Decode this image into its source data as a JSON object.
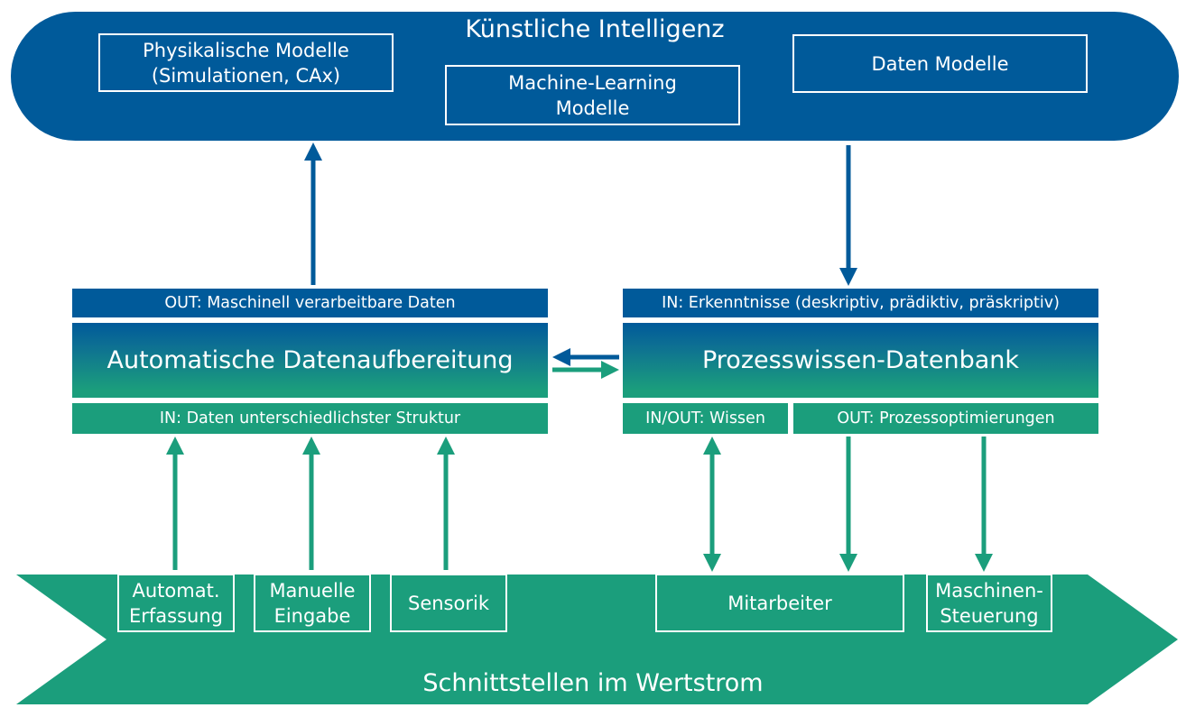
{
  "ki": {
    "title": "Künstliche Intelligenz",
    "physical_models": "Physikalische Modelle\n(Simulationen,  CAx)",
    "ml_models": "Machine-Learning\nModelle",
    "data_models": "Daten Modelle"
  },
  "left_stack": {
    "out_label": "OUT: Maschinell verarbeitbare Daten",
    "title": "Automatische Datenaufbereitung",
    "in_label": "IN: Daten unterschiedlichster Struktur"
  },
  "right_stack": {
    "in_label": "IN: Erkenntnisse (deskriptiv, prädiktiv, präskriptiv)",
    "title": "Prozesswissen-Datenbank",
    "inout_label": "IN/OUT: Wissen",
    "out_label": "OUT: Prozessoptimierungen"
  },
  "value_stream": {
    "title": "Schnittstellen im Wertstrom",
    "interfaces": {
      "automat": "Automat.\nErfassung",
      "manual": "Manuelle\nEingabe",
      "sensor": "Sensorik",
      "staff": "Mitarbeiter",
      "machine": "Maschinen-\nSteuerung"
    }
  },
  "colors": {
    "blue": "#005a9a",
    "green": "#1b9e7c",
    "white": "#ffffff"
  }
}
